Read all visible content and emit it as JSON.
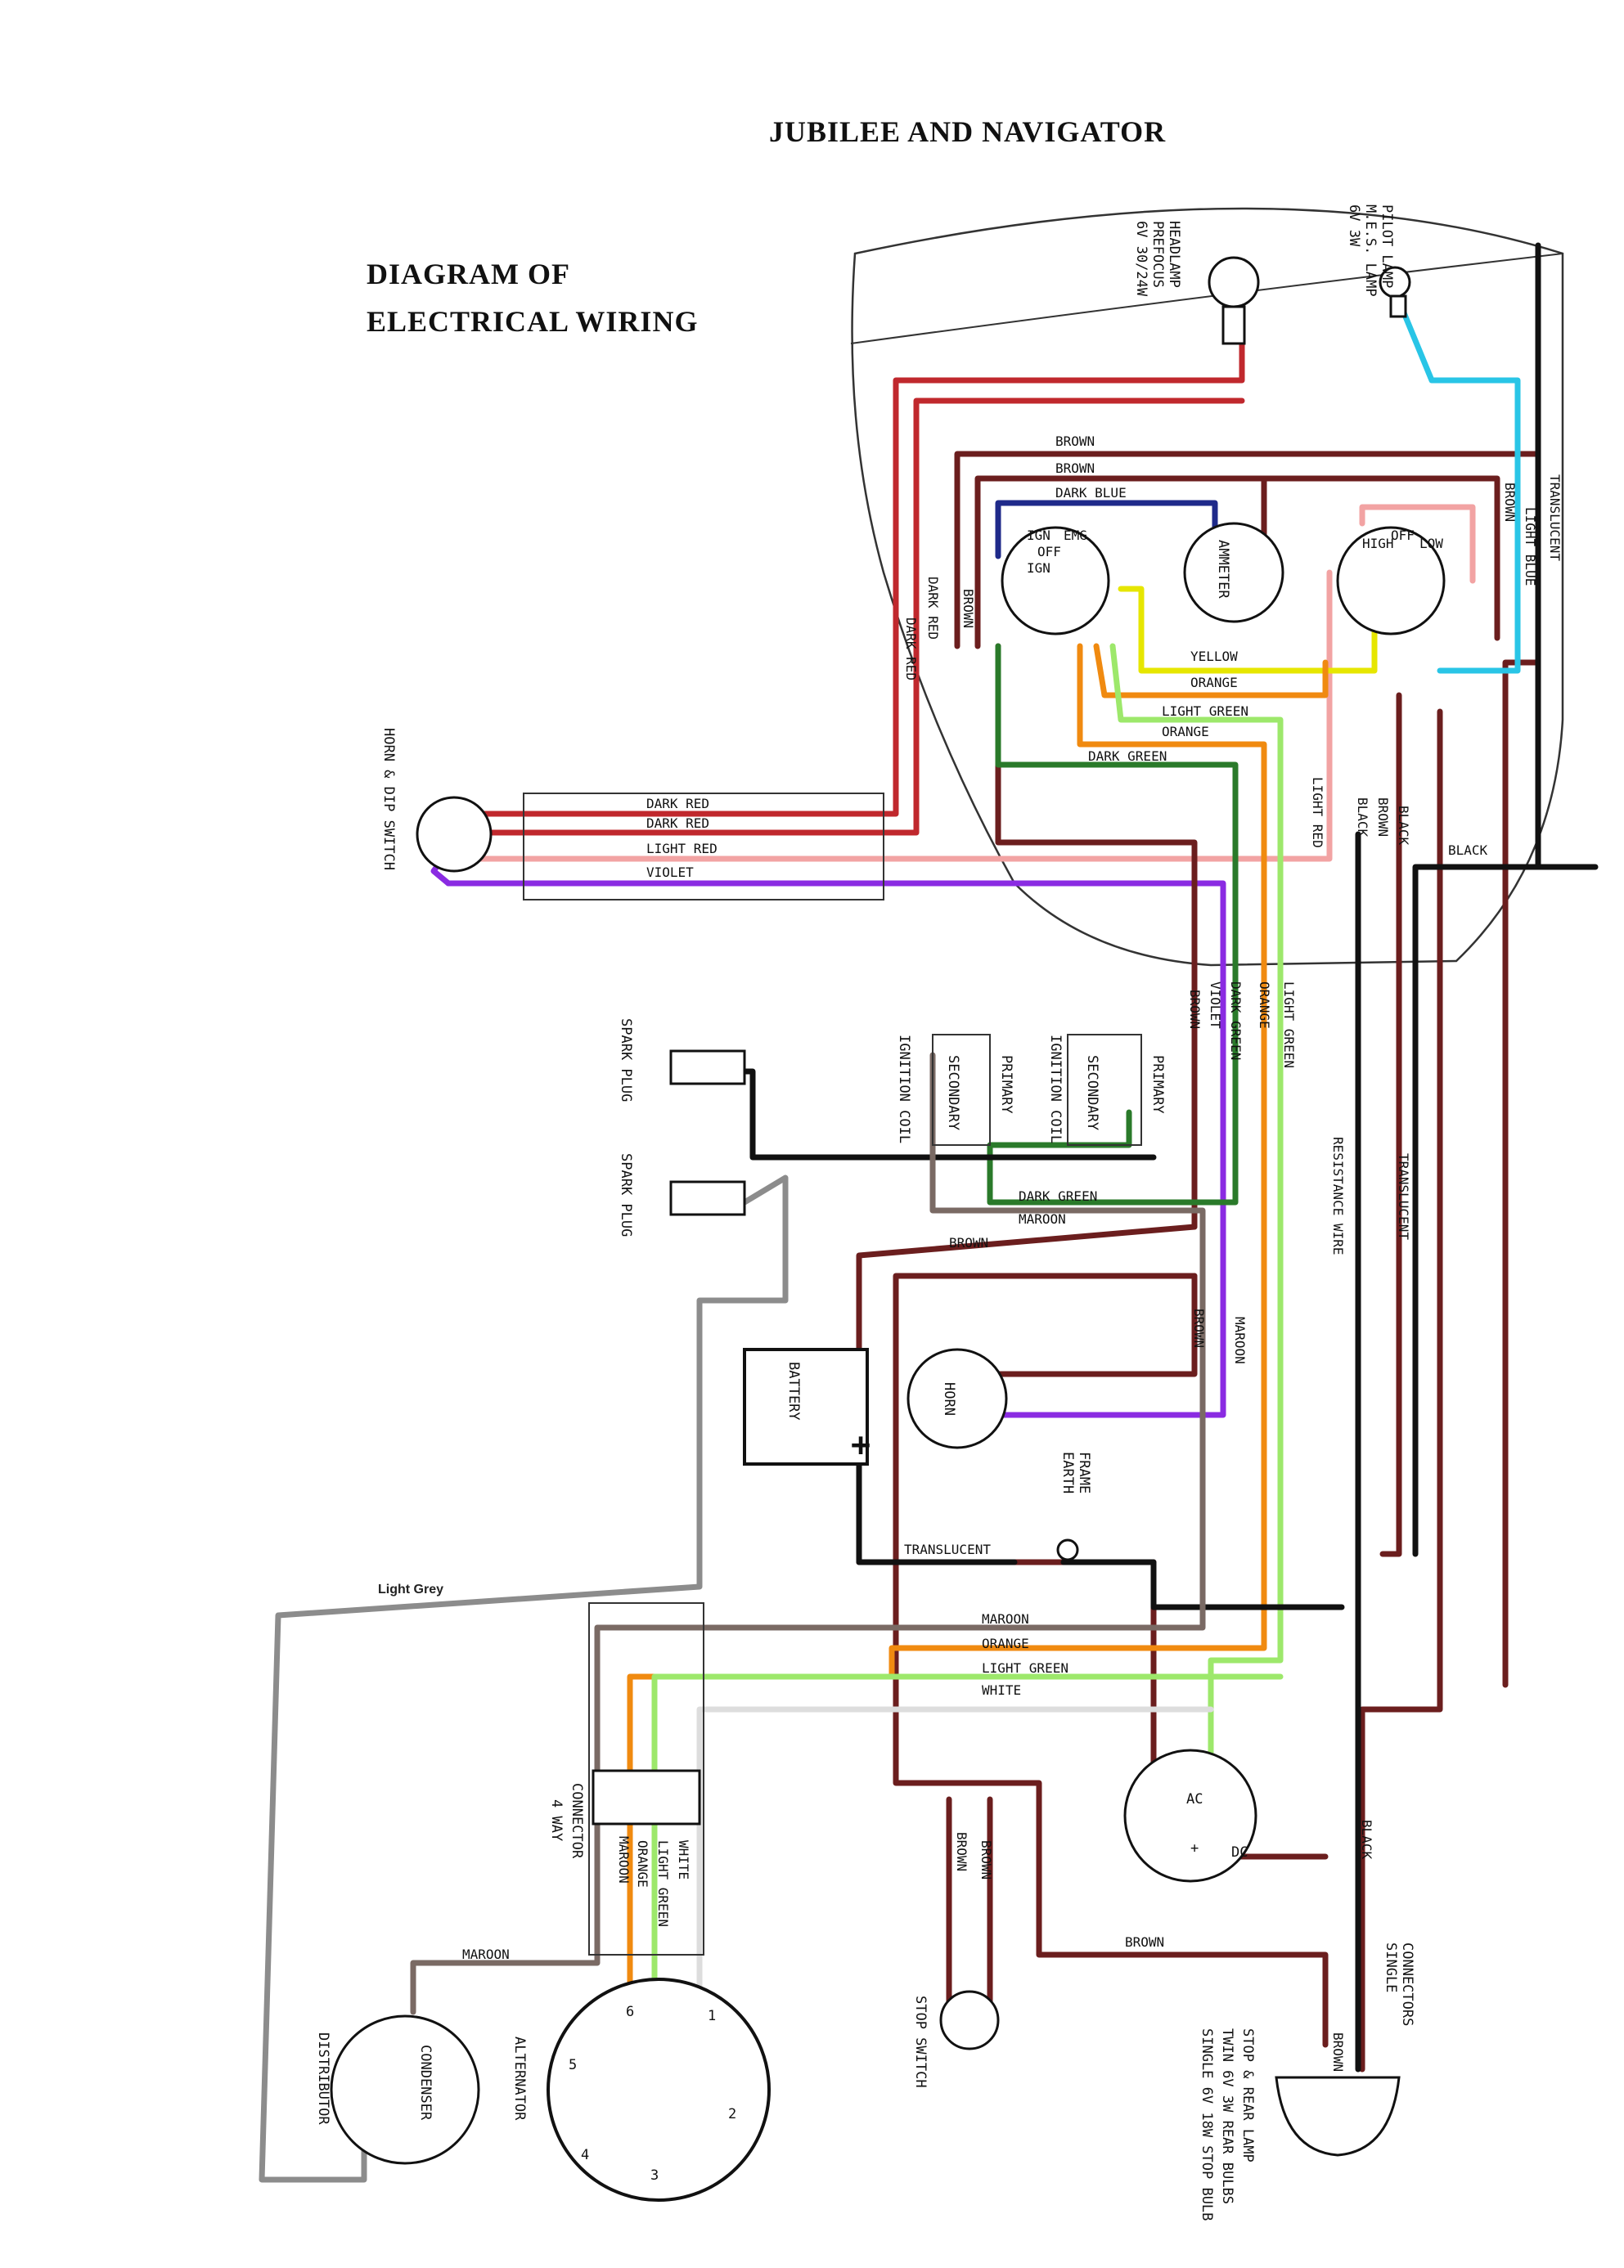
{
  "title": "JUBILEE AND NAVIGATOR",
  "subtitle_line1": "DIAGRAM OF",
  "subtitle_line2": "ELECTRICAL WIRING",
  "colors": {
    "dark_red": "#c0282d",
    "light_red": "#f2a3a3",
    "brown": "#6b1e1e",
    "maroon": "#7a6a64",
    "dark_blue": "#1f2a8a",
    "light_blue": "#29c5e6",
    "yellow": "#e6e600",
    "orange": "#f08a10",
    "light_green": "#9de86b",
    "dark_green": "#2a7a2a",
    "violet": "#8a2be2",
    "black": "#111111",
    "light_grey": "#8c8c8c",
    "white_wire": "#dddddd"
  },
  "components": {
    "headlamp": [
      "HEADLAMP",
      "PREFOCUS",
      "6V 30/24W"
    ],
    "pilot_lamp": [
      "PILOT LAMP",
      "M.E.S. LAMP",
      "6V 3W"
    ],
    "ammeter": "AMMETER",
    "horn_dip": "HORN & DIP SWITCH",
    "spark_plug": "SPARK PLUG",
    "ignition_coil": "IGNITION COIL",
    "primary": "PRIMARY",
    "secondary": "SECONDARY",
    "battery": "BATTERY",
    "horn": "HORN",
    "frame_earth": [
      "FRAME",
      "EARTH"
    ],
    "connector_4way": [
      "CONNECTOR",
      "4 WAY"
    ],
    "distributor": "DISTRIBUTOR",
    "condenser": "CONDENSER",
    "alternator": "ALTERNATOR",
    "stop_switch": "STOP SWITCH",
    "rear_lamp": [
      "STOP & REAR LAMP",
      "TWIN 6V 3W REAR BULBS",
      "SINGLE 6V 18W STOP BULB"
    ],
    "connectors_single": [
      "CONNECTORS",
      "SINGLE"
    ],
    "resistance_wire": "RESISTANCE WIRE",
    "switch_terms_left": [
      "IGN",
      "OFF",
      "EMG",
      "IGN"
    ],
    "switch_terms_right": [
      "HIGH",
      "OFF",
      "LOW"
    ],
    "alt_terms": [
      "1",
      "2",
      "3",
      "4",
      "5",
      "6"
    ],
    "rect_terms": [
      "AC",
      "DC",
      "+"
    ]
  },
  "wire_labels": {
    "brown": "BROWN",
    "dark_blue": "DARK BLUE",
    "dark_red": "DARK RED",
    "yellow": "YELLOW",
    "orange": "ORANGE",
    "light_green": "LIGHT GREEN",
    "dark_green": "DARK GREEN",
    "light_red": "LIGHT RED",
    "violet": "VIOLET",
    "black": "BLACK",
    "translucent": "TRANSLUCENT",
    "light_blue": "LIGHT BLUE",
    "maroon": "MAROON",
    "white": "WHITE",
    "light_grey": "Light Grey"
  }
}
